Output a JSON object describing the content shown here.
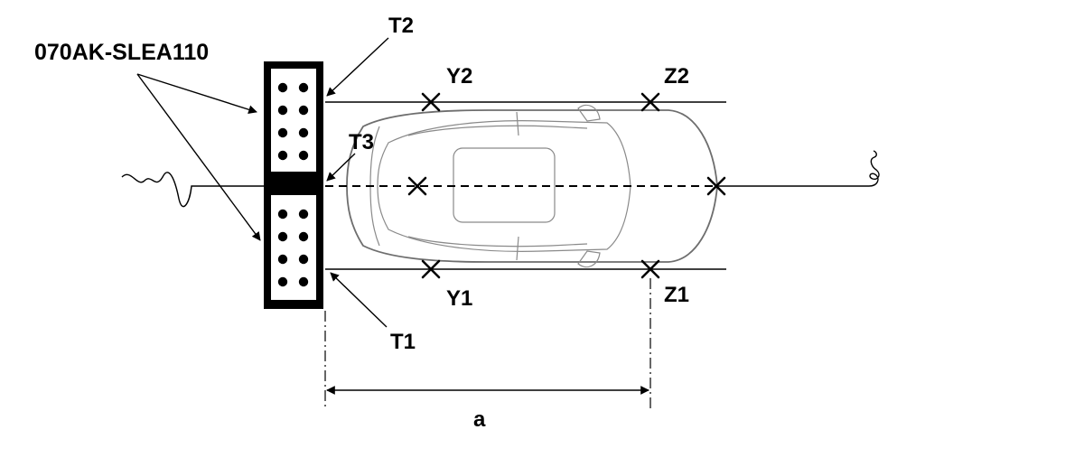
{
  "part_number": "070AK-SLEA110",
  "labels": {
    "t1": "T1",
    "t2": "T2",
    "t3": "T3",
    "y1": "Y1",
    "y2": "Y2",
    "z1": "Z1",
    "z2": "Z2",
    "dimension": "a"
  }
}
